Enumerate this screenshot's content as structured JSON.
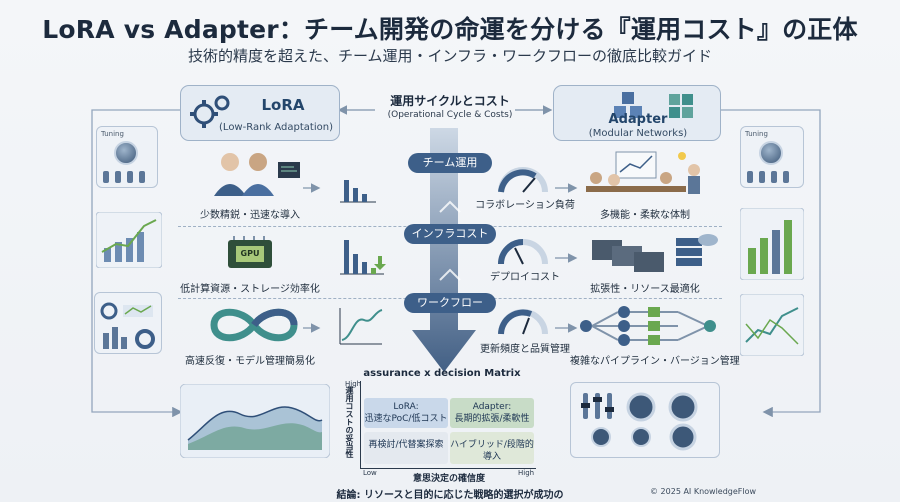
{
  "title": "LoRA vs Adapter：チーム開発の命運を分ける『運用コスト』の正体",
  "subtitle": "技術的精度を超えた、チーム運用・インフラ・ワークフローの徹底比較ガイド",
  "lora": {
    "name": "LoRA",
    "full": "(Low-Rank Adaptation)"
  },
  "adapter": {
    "name": "Adapter",
    "full": "(Modular Networks)"
  },
  "center": {
    "heading": "運用サイクルとコスト",
    "sub": "(Operational Cycle & Costs)"
  },
  "sections": [
    {
      "pill": "チーム運用",
      "lora_feature": "少数精鋭・迅速な導入",
      "metric": "コラボレーション負荷",
      "adapter_feature": "多機能・柔軟な体制"
    },
    {
      "pill": "インフラコスト",
      "lora_feature": "低計算資源・ストレージ効率化",
      "metric": "デプロイコスト",
      "adapter_feature": "拡張性・リソース最適化"
    },
    {
      "pill": "ワークフロー",
      "lora_feature": "高速反復・モデル管理簡易化",
      "metric": "更新頻度と品質管理",
      "adapter_feature": "複雑なパイプライン・バージョン管理"
    }
  ],
  "side_panel_label": "Tuning",
  "chip_label": "GPU",
  "matrix": {
    "title": "assurance x decision Matrix",
    "y_label": "運用コストの妥当性",
    "x_label": "意思決定の確信度",
    "y_high": "High",
    "y_low": "Low",
    "x_high": "High",
    "cells": [
      {
        "text": "LoRA:\n迅速なPoC/低コスト"
      },
      {
        "text": "Adapter:\n長期的拡張/柔軟性"
      },
      {
        "text": "再検討/代替案探索"
      },
      {
        "text": "ハイブリッド/段階的導入"
      }
    ]
  },
  "conclusion": "結論: リソースと目的に応じた戦略的選択が成功の鍵。",
  "copyright": "© 2025 AI KnowledgeFlow",
  "colors": {
    "navy": "#1c2a3d",
    "accent": "#3d5f89",
    "green": "#6aa84f",
    "teal": "#3f8f8c"
  }
}
